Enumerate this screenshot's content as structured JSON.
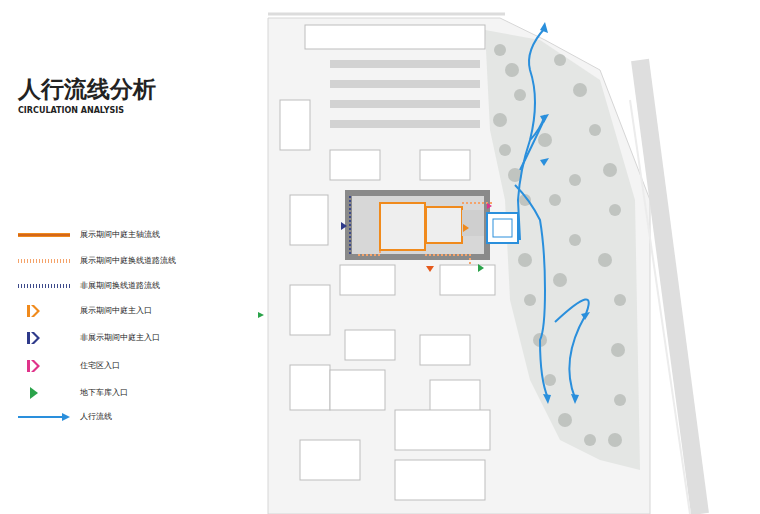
{
  "diagram": {
    "title": "人行流线分析",
    "labels": [
      "CIRCULATION ANALYSIS"
    ],
    "legend": [
      {
        "text": "展示期间中庭主轴流线"
      },
      {
        "text": "展示期间中庭换线道路流线"
      },
      {
        "text": "非展期间换线道路流线"
      },
      {
        "text": "展示期间中庭主入口"
      },
      {
        "text": "非展示期间中庭主入口"
      },
      {
        "text": "住宅区入口"
      },
      {
        "text": "地下车库入口"
      },
      {
        "text": "人行流线"
      }
    ]
  }
}
